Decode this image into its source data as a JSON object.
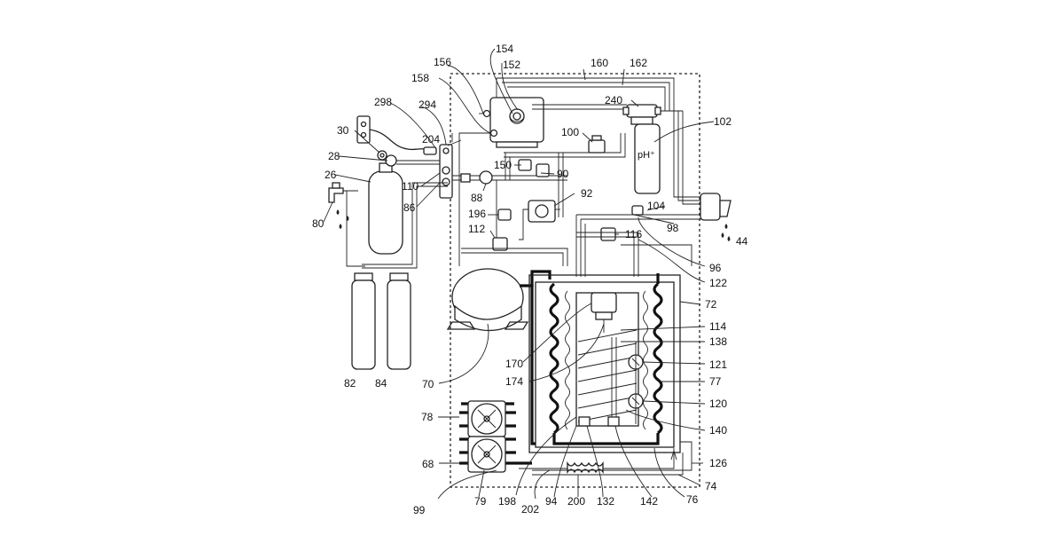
{
  "device_text": {
    "ph_label": "pH⁺"
  },
  "reference_numerals": {
    "n26": "26",
    "n28": "28",
    "n30": "30",
    "n44": "44",
    "n68": "68",
    "n70": "70",
    "n72": "72",
    "n74": "74",
    "n76": "76",
    "n77": "77",
    "n78": "78",
    "n79": "79",
    "n80": "80",
    "n82": "82",
    "n84": "84",
    "n86": "86",
    "n88": "88",
    "n90": "90",
    "n92": "92",
    "n94": "94",
    "n96": "96",
    "n98": "98",
    "n99": "99",
    "n100": "100",
    "n102": "102",
    "n104": "104",
    "n110": "110",
    "n112": "112",
    "n114": "114",
    "n116": "116",
    "n120": "120",
    "n121": "121",
    "n122": "122",
    "n126": "126",
    "n132": "132",
    "n138": "138",
    "n140": "140",
    "n142": "142",
    "n150": "150",
    "n152": "152",
    "n154": "154",
    "n156": "156",
    "n158": "158",
    "n160": "160",
    "n162": "162",
    "n170": "170",
    "n174": "174",
    "n196": "196",
    "n198": "198",
    "n200": "200",
    "n202": "202",
    "n204": "204",
    "n240": "240",
    "n294": "294",
    "n298": "298"
  }
}
